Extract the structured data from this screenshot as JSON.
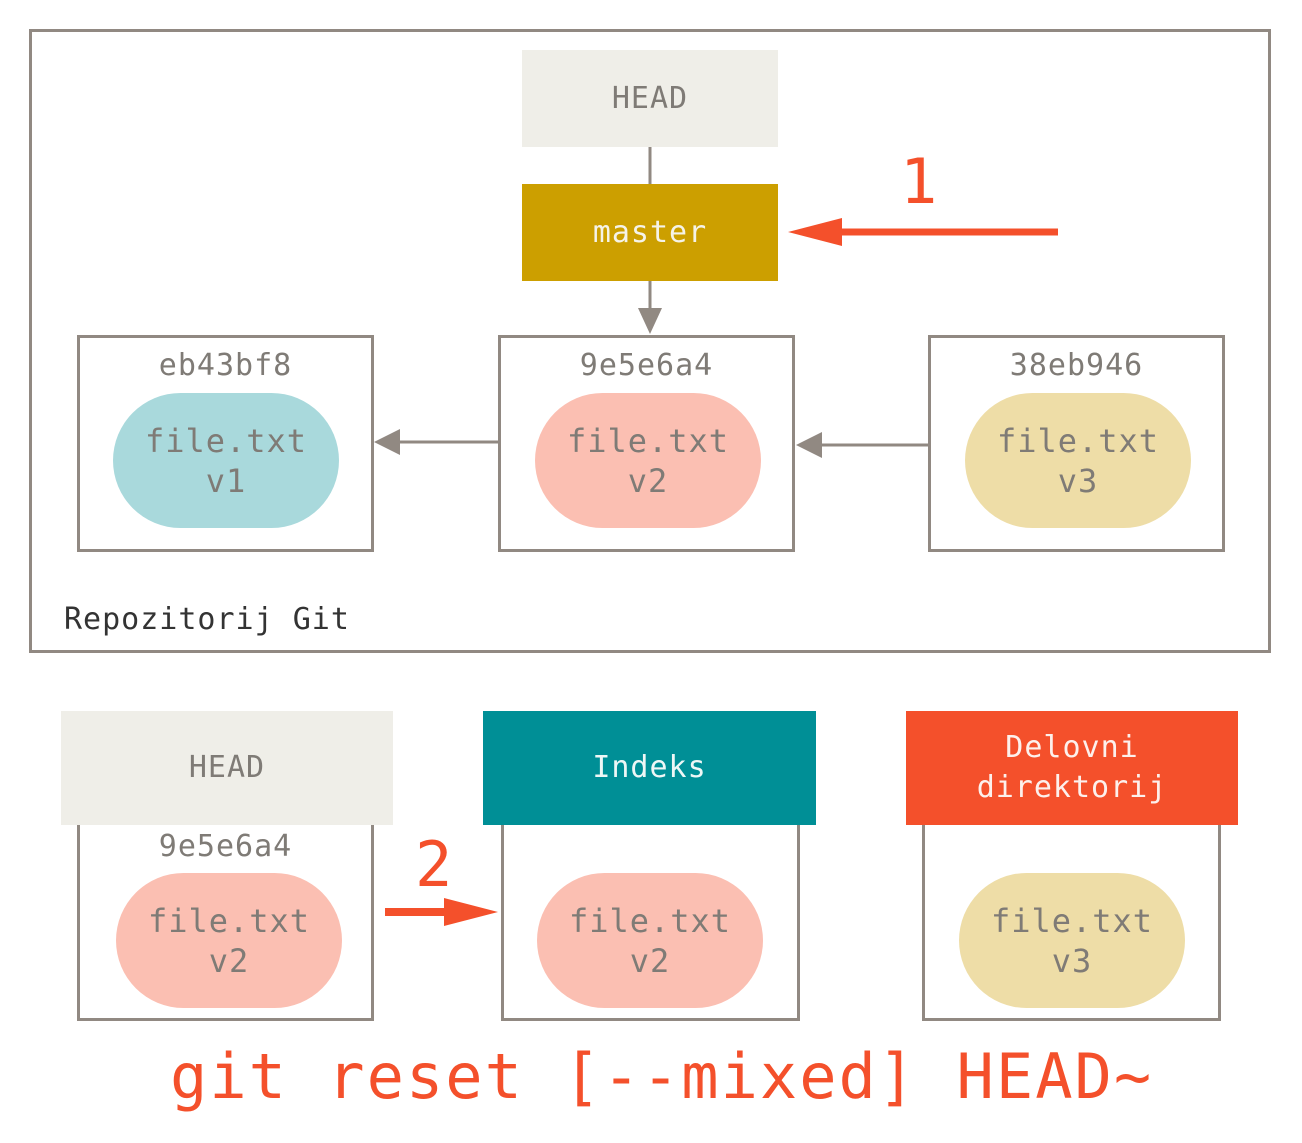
{
  "repository": {
    "label": "Repozitorij Git",
    "head_label": "HEAD",
    "branch_label": "master",
    "commits": [
      {
        "sha": "eb43bf8",
        "file": "file.txt",
        "version": "v1",
        "color": "#a9d9dc"
      },
      {
        "sha": "9e5e6a4",
        "file": "file.txt",
        "version": "v2",
        "color": "#fbbfb2"
      },
      {
        "sha": "38eb946",
        "file": "file.txt",
        "version": "v3",
        "color": "#eedda7"
      }
    ]
  },
  "trees": {
    "head": {
      "label": "HEAD",
      "sha": "9e5e6a4",
      "file": "file.txt",
      "version": "v2"
    },
    "index": {
      "label": "Indeks",
      "file": "file.txt",
      "version": "v2"
    },
    "working": {
      "label_line1": "Delovni",
      "label_line2": "direktorij",
      "file": "file.txt",
      "version": "v3"
    }
  },
  "steps": {
    "step1": "1",
    "step2": "2"
  },
  "command": "git reset [--mixed] HEAD~",
  "colors": {
    "frame": "#918982",
    "head_bg": "#efeee8",
    "master_bg": "#cc9f00",
    "index_bg": "#008f96",
    "working_bg": "#f4502b",
    "accent": "#f4502b"
  }
}
